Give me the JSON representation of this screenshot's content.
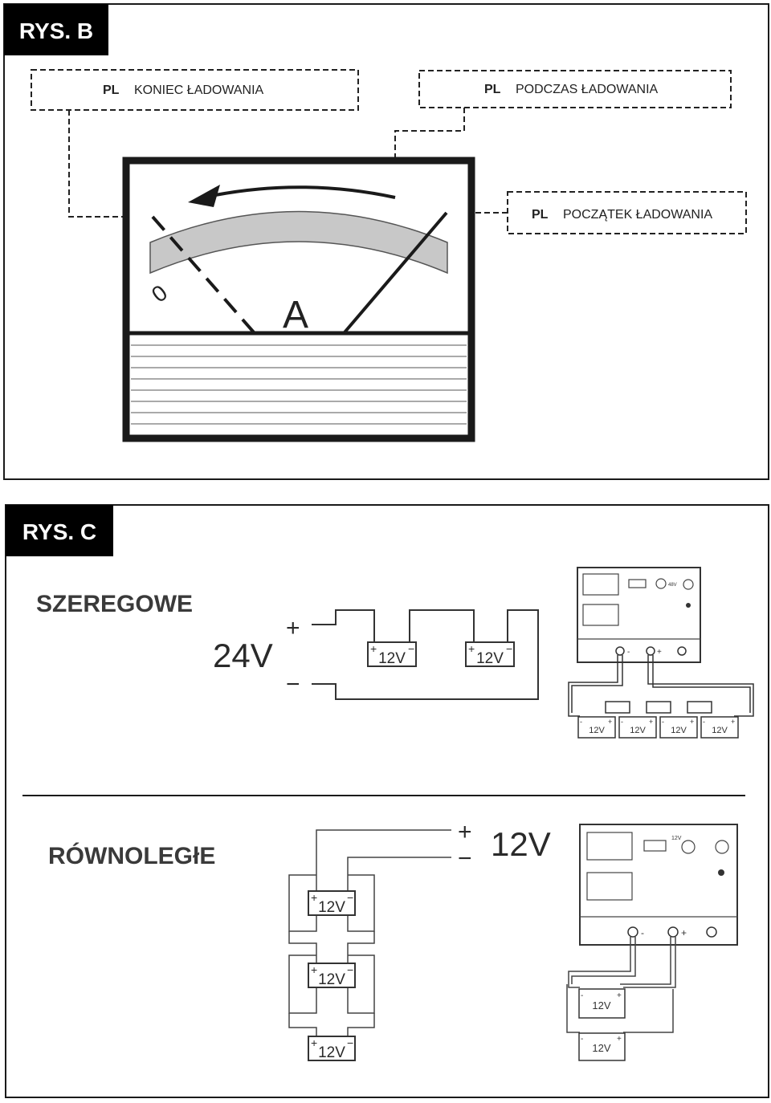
{
  "figure_b": {
    "tag": "RYS. B",
    "callouts": {
      "end": {
        "lang": "PL",
        "text": "KONIEC ŁADOWANIA"
      },
      "during": {
        "lang": "PL",
        "text": "PODCZAS ŁADOWANIA"
      },
      "start": {
        "lang": "PL",
        "text": "POCZĄTEK ŁADOWANIA"
      }
    },
    "meter": {
      "zero_label": "0",
      "unit_label": "A"
    }
  },
  "figure_c": {
    "tag": "RYS. C",
    "series": {
      "title": "SZEREGOWE",
      "voltage": "24V",
      "plus": "+",
      "minus": "−",
      "battery_label": "12V",
      "charger_switch_label": "48V",
      "charger_minus": "-",
      "charger_plus": "+"
    },
    "parallel": {
      "title": "RÓWNOLEGłE",
      "voltage": "12V",
      "plus": "+",
      "minus": "−",
      "battery_label": "12V",
      "charger_switch_label": "12V",
      "charger_minus": "-",
      "charger_plus": "+"
    }
  },
  "colors": {
    "frame": "#1a1a1a",
    "tag_bg": "#000000",
    "scale_band": "#c8c8c8",
    "wire": "#333333"
  }
}
